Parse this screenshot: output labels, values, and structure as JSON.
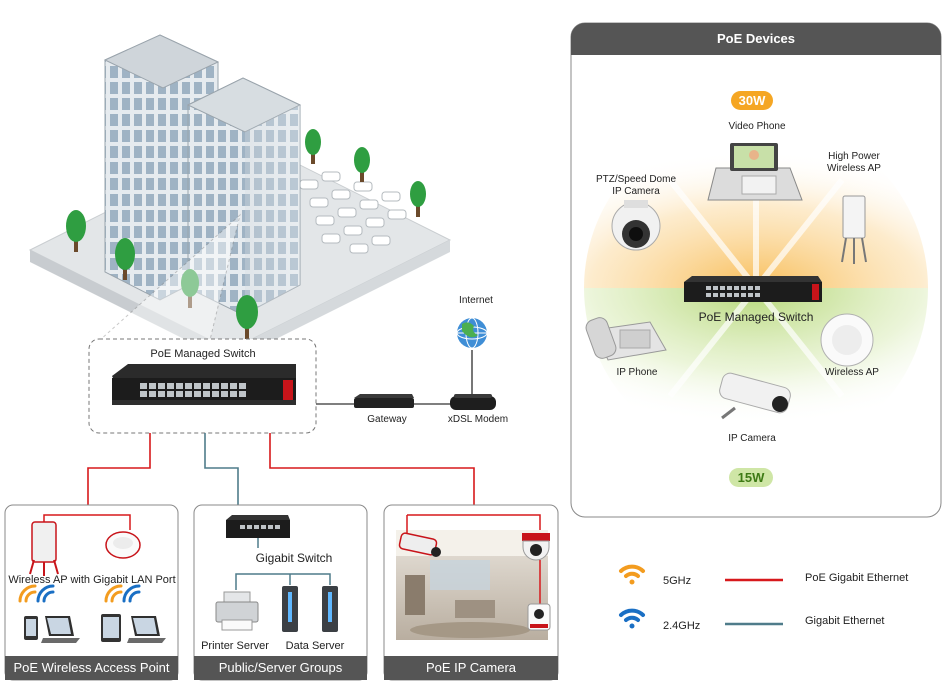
{
  "poe_devices_panel": {
    "title": "PoE Devices",
    "badge_high": "30W",
    "badge_low": "15W",
    "center_label": "PoE Managed Switch",
    "devices": {
      "video_phone": "Video Phone",
      "ptz_camera_line1": "PTZ/Speed Dome",
      "ptz_camera_line2": "IP Camera",
      "high_power_ap_line1": "High Power",
      "high_power_ap_line2": "Wireless AP",
      "ip_phone": "IP Phone",
      "wireless_ap": "Wireless AP",
      "ip_camera": "IP Camera"
    },
    "colors": {
      "high": "#f5a623",
      "low": "#8dc63f",
      "header": "#555555"
    }
  },
  "topology": {
    "internet_label": "Internet",
    "switch_label": "PoE Managed Switch",
    "gateway_label": "Gateway",
    "modem_label": "xDSL Modem"
  },
  "groups": [
    {
      "title": "PoE Wireless Access Point",
      "caption": "Wireless AP with Gigabit LAN Port"
    },
    {
      "title": "Public/Server Groups",
      "switch_caption": "Gigabit Switch",
      "printer": "Printer Server",
      "data_server": "Data Server"
    },
    {
      "title": "PoE IP Camera"
    }
  ],
  "legend": {
    "ghz5": "5GHz",
    "ghz24": "2.4GHz",
    "poe_line": "PoE Gigabit Ethernet",
    "gig_line": "Gigabit Ethernet",
    "colors": {
      "poe": "#d7191c",
      "gig": "#4f7c8a",
      "ghz5": "#f39c1f",
      "ghz24": "#1a6fc4"
    }
  }
}
